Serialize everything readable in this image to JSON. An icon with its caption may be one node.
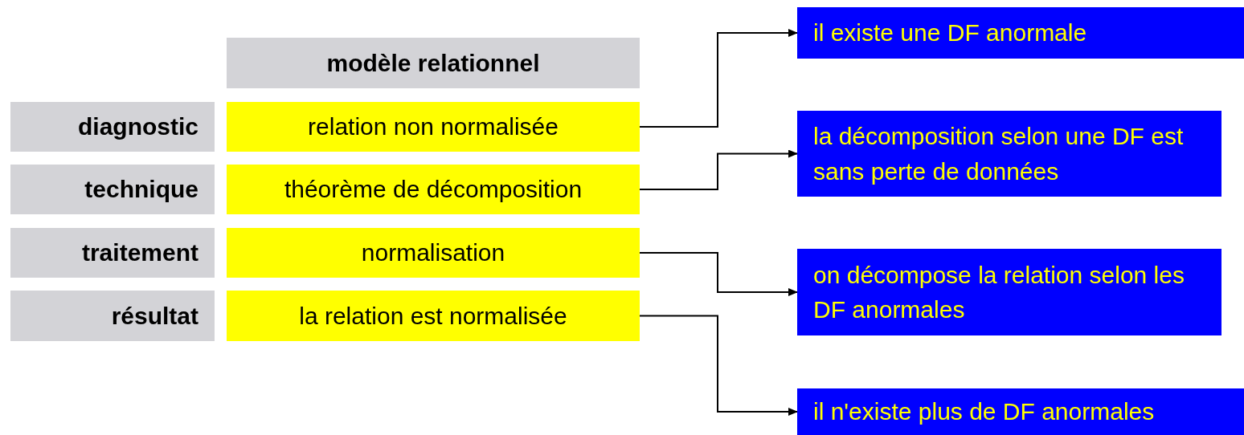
{
  "diagram": {
    "nodes": [
      {
        "text": [
          "modèle relationnel"
        ]
      },
      {
        "text": [
          "diagnostic"
        ]
      },
      {
        "text": [
          "relation non normalisée"
        ]
      },
      {
        "text": [
          "technique"
        ]
      },
      {
        "text": [
          "théorème de décomposition"
        ]
      },
      {
        "text": [
          "traitement"
        ]
      },
      {
        "text": [
          "normalisation"
        ]
      },
      {
        "text": [
          "résultat"
        ]
      },
      {
        "text": [
          "la relation est normalisée"
        ]
      },
      {
        "text": [
          "il existe une DF anormale"
        ]
      },
      {
        "text": [
          "la décomposition selon une DF est sans perte de données"
        ]
      },
      {
        "text": [
          "on décompose la relation selon les DF anormales"
        ]
      },
      {
        "text": [
          "il n'existe plus de DF anormales"
        ]
      }
    ],
    "edges": [
      {
        "from": 2,
        "to": 9,
        "arrow": "to"
      },
      {
        "from": 4,
        "to": 10,
        "arrow": "to"
      },
      {
        "from": 6,
        "to": 11,
        "arrow": "to"
      },
      {
        "from": 8,
        "to": 12,
        "arrow": "to"
      }
    ]
  }
}
